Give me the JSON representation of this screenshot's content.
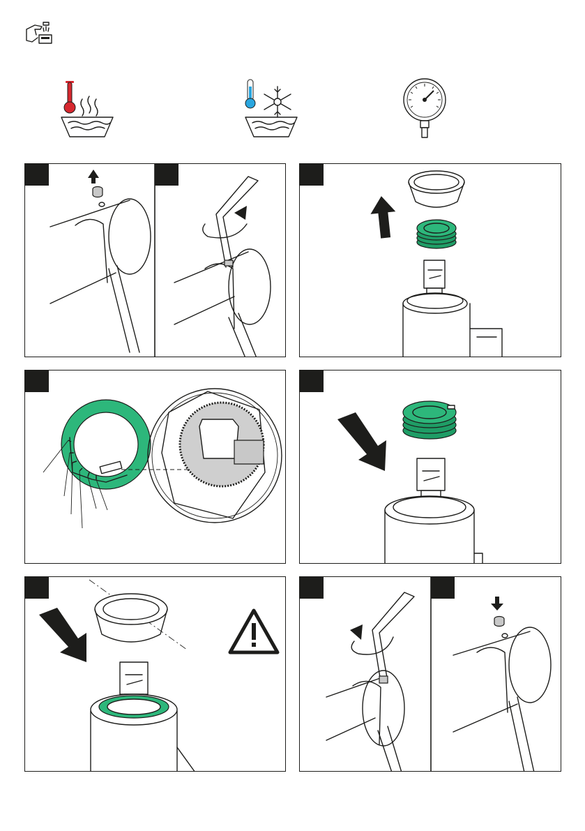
{
  "colors": {
    "ink": "#1d1d1b",
    "green": "#2db77b",
    "green_dark": "#1f9d66",
    "hot_red": "#d7282f",
    "cold_blue": "#2aa6df",
    "grey": "#c8c8c8"
  },
  "icons": {
    "header": "hand-washing-icon",
    "hot": "hot-water-thermometer-icon",
    "cold": "cold-water-snowflake-icon",
    "pressure": "pressure-gauge-icon",
    "warning": "warning-triangle-icon"
  },
  "steps": [
    {
      "id": 1,
      "action": "remove-cap"
    },
    {
      "id": 2,
      "action": "loosen-hex-screw"
    },
    {
      "id": 3,
      "action": "lift-handle-and-stop-ring"
    },
    {
      "id": 4,
      "action": "set-stop-ring-position"
    },
    {
      "id": 5,
      "action": "refit-stop-ring"
    },
    {
      "id": 6,
      "action": "refit-handle"
    },
    {
      "id": 7,
      "action": "tighten-hex-screw"
    },
    {
      "id": 8,
      "action": "refit-cap"
    }
  ]
}
